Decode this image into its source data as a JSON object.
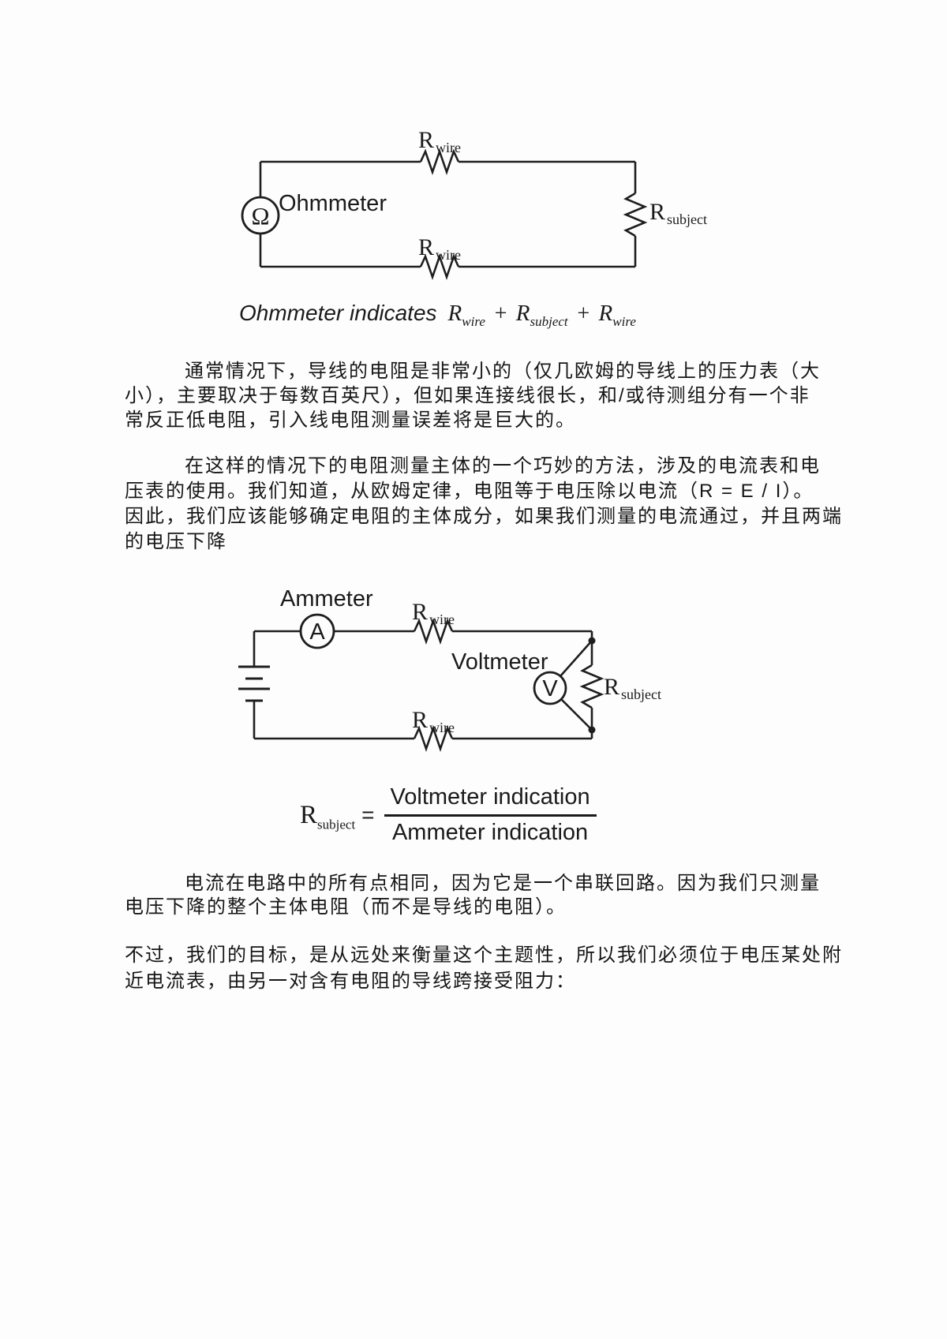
{
  "document": {
    "background": "#fdfdfd",
    "ink_color": "#1a1a1a"
  },
  "diagram1": {
    "meter_label": "Ohmmeter",
    "meter_glyph": "Ω",
    "resistor_top": {
      "name": "R",
      "sub": "wire"
    },
    "resistor_bottom": {
      "name": "R",
      "sub": "wire"
    },
    "resistor_right": {
      "name": "R",
      "sub": "subject"
    }
  },
  "caption1": {
    "prefix": "Ohmmeter indicates",
    "operator": "+",
    "terms": [
      {
        "name": "R",
        "sub": "wire"
      },
      {
        "name": "R",
        "sub": "subject"
      },
      {
        "name": "R",
        "sub": "wire"
      }
    ]
  },
  "paragraphs": {
    "p1": {
      "lines": [
        "通常情况下，导线的电阻是非常小的（仅几欧姆的导线上的压力表（大",
        "小），主要取决于每数百英尺），但如果连接线很长，和/或待测组分有一个非",
        "常反正低电阻，引入线电阻测量误差将是巨大的。"
      ]
    },
    "p2": {
      "lines": [
        "在这样的情况下的电阻测量主体的一个巧妙的方法，涉及的电流表和电",
        "压表的使用。我们知道，从欧姆定律，电阻等于电压除以电流（R = E / I）。",
        "因此，我们应该能够确定电阻的主体成分，如果我们测量的电流通过，并且两端",
        "的电压下降"
      ]
    },
    "p3": {
      "lines": [
        "电流在电路中的所有点相同，因为它是一个串联回路。因为我们只测量",
        "电压下降的整个主体电阻（而不是导线的电阻）。"
      ]
    },
    "p4": {
      "lines": [
        "不过，我们的目标，是从远处来衡量这个主题性，所以我们必须位于电压某处附",
        "近电流表，由另一对含有电阻的导线跨接受阻力："
      ]
    }
  },
  "diagram2": {
    "ammeter_label": "Ammeter",
    "ammeter_glyph": "A",
    "voltmeter_label": "Voltmeter",
    "voltmeter_glyph": "V",
    "resistor_top": {
      "name": "R",
      "sub": "wire"
    },
    "resistor_bottom": {
      "name": "R",
      "sub": "wire"
    },
    "resistor_right": {
      "name": "R",
      "sub": "subject"
    }
  },
  "formula": {
    "lhs": {
      "name": "R",
      "sub": "subject"
    },
    "equals": "=",
    "numerator": "Voltmeter indication",
    "denominator": "Ammeter indication"
  }
}
